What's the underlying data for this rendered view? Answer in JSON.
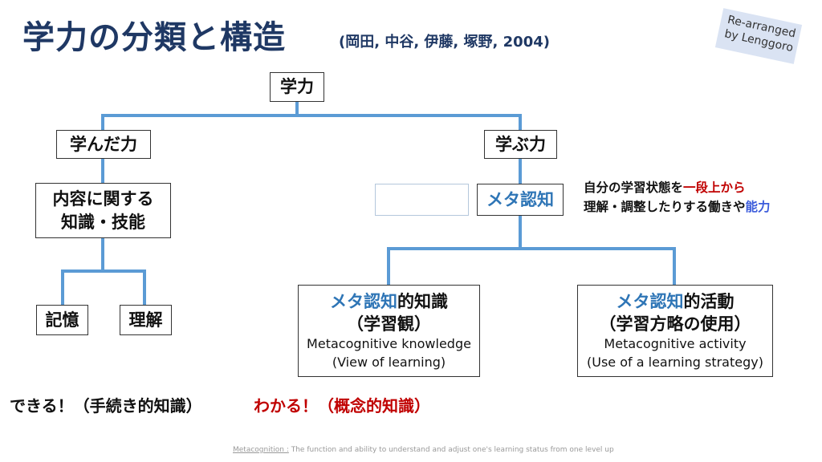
{
  "title": "学力の分類と構造",
  "citation": "(岡田, 中谷, 伊藤, 塚野, 2004)",
  "badge": {
    "line1": "Re-arranged",
    "line2": "by Lenggoro"
  },
  "nodes": {
    "root": "学力",
    "learned": "学んだ力",
    "learning": "学ぶ力",
    "content_line1": "内容に関する",
    "content_line2": "知識・技能",
    "metacognition": "メタ認知",
    "memory": "記憶",
    "understanding": "理解",
    "mk_blue": "メタ認知",
    "mk_rest": "的知識",
    "mk_line2": "（学習観）",
    "mk_en1": "Metacognitive knowledge",
    "mk_en2": "(View of learning)",
    "ma_blue": "メタ認知",
    "ma_rest": "的活動",
    "ma_line2": "（学習方略の使用）",
    "ma_en1": "Metacognitive activity",
    "ma_en2": "(Use of a learning strategy)"
  },
  "side_note": {
    "part1": "自分の学習状態を",
    "part1_red": "一段上から",
    "part2": "理解・調整したりする働きや",
    "part2_blue": "能力"
  },
  "bottom": {
    "left": "できる！（手続き的知識）",
    "right": "わかる！（概念的知識）"
  },
  "footer": {
    "term": "Metacognition :",
    "text": " The function and ability to understand and adjust one's learning status from one level up"
  },
  "colors": {
    "title": "#1f3864",
    "line": "#5b9bd5",
    "blue": "#2e75b6",
    "red": "#c00000"
  }
}
